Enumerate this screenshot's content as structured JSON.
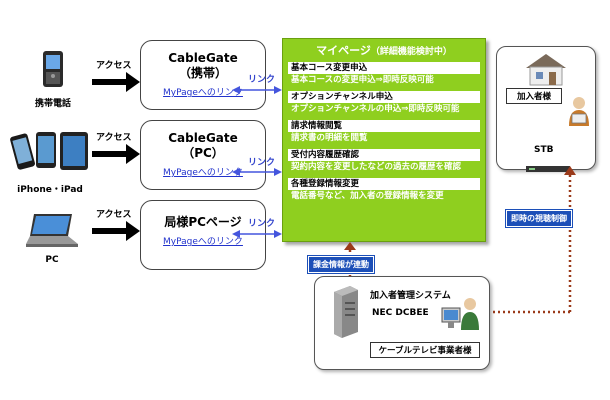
{
  "devices": [
    {
      "label": "携帯電話"
    },
    {
      "label": "iPhone・iPad"
    },
    {
      "label": "PC"
    }
  ],
  "access_label": "アクセス",
  "link_label": "リンク",
  "gates": [
    {
      "title1": "CableGate",
      "title2": "（携帯）",
      "link": "MyPageへのリンク"
    },
    {
      "title1": "CableGate",
      "title2": "（PC）",
      "link": "MyPageへのリンク"
    },
    {
      "title1": "局様PCページ",
      "title2": "",
      "link": "MyPageへのリンク"
    }
  ],
  "mypage": {
    "title": "マイページ",
    "title_note": "（詳細機能検討中）",
    "sections": [
      {
        "head": "基本コース変更申込",
        "body": "基本コースの変更申込⇒即時反映可能"
      },
      {
        "head": "オプションチャンネル申込",
        "body": "オプションチャンネルの申込⇒即時反映可能"
      },
      {
        "head": "請求情報閲覧",
        "body": "請求書の明細を閲覧"
      },
      {
        "head": "受付内容履歴確認",
        "body": "契約内容を変更したなどの過去の履歴を確認"
      },
      {
        "head": "各種登録情報変更",
        "body": "電話番号など、加入者の登録情報を変更"
      }
    ]
  },
  "billing_label": "課金情報が連動",
  "realtime_label": "即時の視聴制御",
  "subscriber": {
    "label": "加入者様",
    "stb": "STB"
  },
  "system": {
    "title": "加入者管理システム",
    "name": "NEC DCBEE",
    "operator": "ケーブルテレビ事業者様"
  },
  "colors": {
    "mypage_green": "#8fcf1f",
    "label_blue": "#1c4fb8",
    "dotted_brown": "#9a3a1a",
    "link_blue": "#3344cc"
  }
}
